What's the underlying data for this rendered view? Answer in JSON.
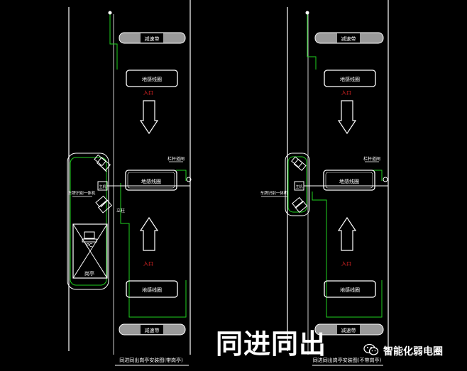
{
  "overlay_title": "同进同出",
  "brand": {
    "name": "智能化弱电圈",
    "logo_icon": "wechat-logo-icon"
  },
  "colors": {
    "background": "#000000",
    "line_white": "#ffffff",
    "line_green": "#1fd21f",
    "text_red": "#ff2a2a",
    "hatch_gray": "#9a9a9a"
  },
  "layouts": [
    {
      "caption": "同进同出岗亭安装图(带岗亭)",
      "top_strip": "减速带",
      "bottom_strip": "减速带",
      "loop_top": "地感线圈",
      "loop_mid": "地感线圈",
      "loop_bottom": "地感线圈",
      "direction_up": "入口",
      "direction_down": "入口",
      "barrier_label": "栏杆道闸",
      "control_label": "车牌识别一体机",
      "pole_label": "立柱",
      "box_label": "主机",
      "booth_pc": "PC",
      "booth_label": "岗亭",
      "has_booth": true
    },
    {
      "caption": "同进同出岗亭安装图(不带岗亭)",
      "top_strip": "减速带",
      "bottom_strip": "减速带",
      "loop_top": "地感线圈",
      "loop_mid": "地感线圈",
      "loop_bottom": "地感线圈",
      "direction_up": "入口",
      "direction_down": "入口",
      "barrier_label": "栏杆道闸",
      "control_label": "车牌识别一体机",
      "pole_label": "",
      "box_label": "主机",
      "booth_pc": "",
      "booth_label": "",
      "has_booth": false
    }
  ]
}
